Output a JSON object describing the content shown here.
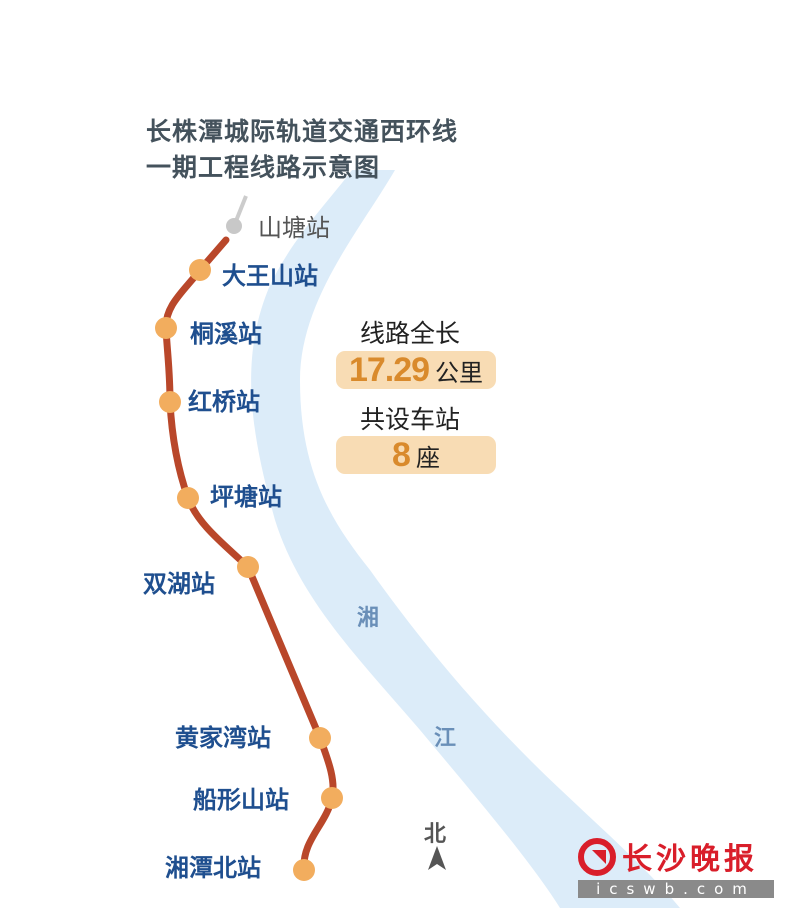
{
  "title": {
    "line1": "长株潭城际轨道交通西环线",
    "line2": "一期工程线路示意图"
  },
  "stations": [
    {
      "name": "山塘站",
      "status": "existing"
    },
    {
      "name": "大王山站"
    },
    {
      "name": "桐溪站"
    },
    {
      "name": "红桥站"
    },
    {
      "name": "坪塘站"
    },
    {
      "name": "双湖站"
    },
    {
      "name": "黄家湾站"
    },
    {
      "name": "船形山站"
    },
    {
      "name": "湘潭北站"
    }
  ],
  "river": {
    "char1": "湘",
    "char2": "江"
  },
  "info": {
    "length_label": "线路全长",
    "length_value": "17.29",
    "length_unit": "公里",
    "stations_label": "共设车站",
    "stations_value": "8",
    "stations_unit": "座"
  },
  "north": "北",
  "logo": {
    "name": "长沙晚报",
    "url": "icswb.com"
  },
  "colors": {
    "line": "#b9472a",
    "station": "#f2ad5e",
    "river": "#dcecf9",
    "title": "#44525c",
    "station_text": "#1f4f8f"
  }
}
